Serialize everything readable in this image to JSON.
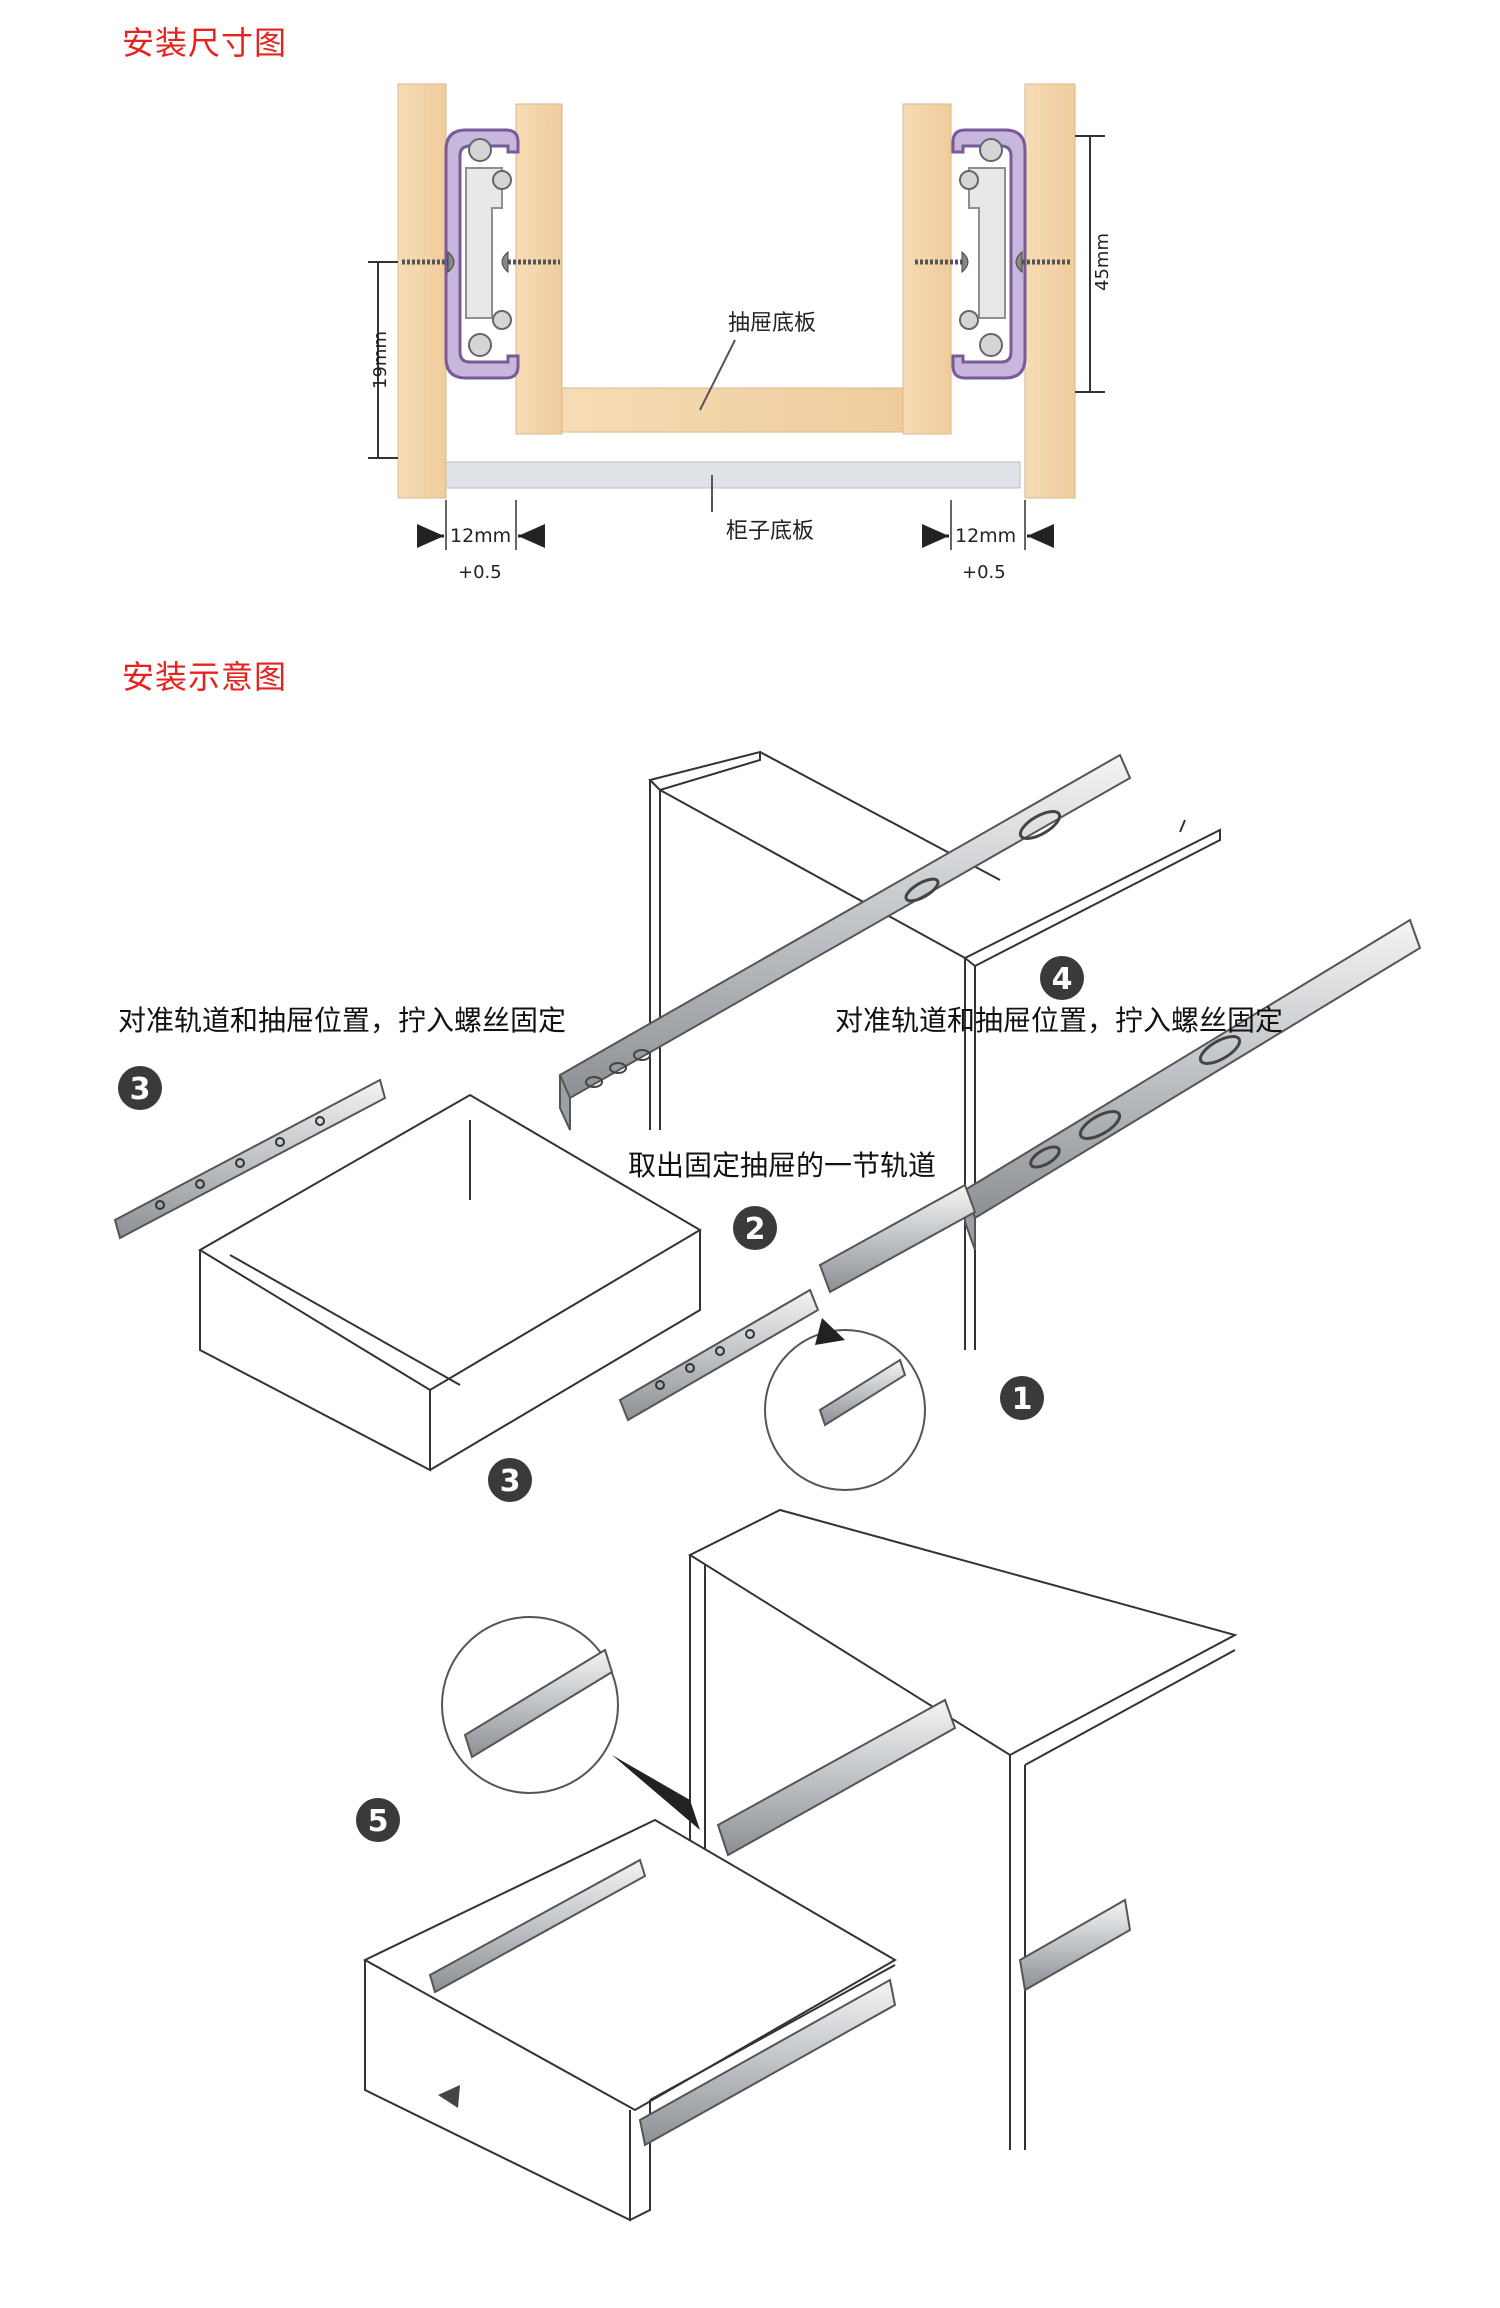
{
  "section1": {
    "title": "安装尺寸图"
  },
  "section2": {
    "title": "安装示意图"
  },
  "dims": {
    "drawer_bottom": "抽屉底板",
    "cabinet_bottom": "柜子底板",
    "gap_left": "12mm",
    "gap_left_tol": "+0.5",
    "gap_right": "12mm",
    "gap_right_tol": "+0.5",
    "height_19": "19mm",
    "height_45": "45mm"
  },
  "steps": {
    "s1": "1",
    "s2": "2",
    "s3": "3",
    "s4": "4",
    "s5": "5",
    "instr_align_left": "对准轨道和抽屉位置，拧入螺丝固定",
    "instr_align_right": "对准轨道和抽屉位置，拧入螺丝固定",
    "instr_remove": "取出固定抽屉的一节轨道"
  },
  "colors": {
    "title_red": "#e8211c",
    "wood": "#f3d6ad",
    "rail_purple": "#8a6aa8",
    "board_grey": "#d9dde2"
  }
}
